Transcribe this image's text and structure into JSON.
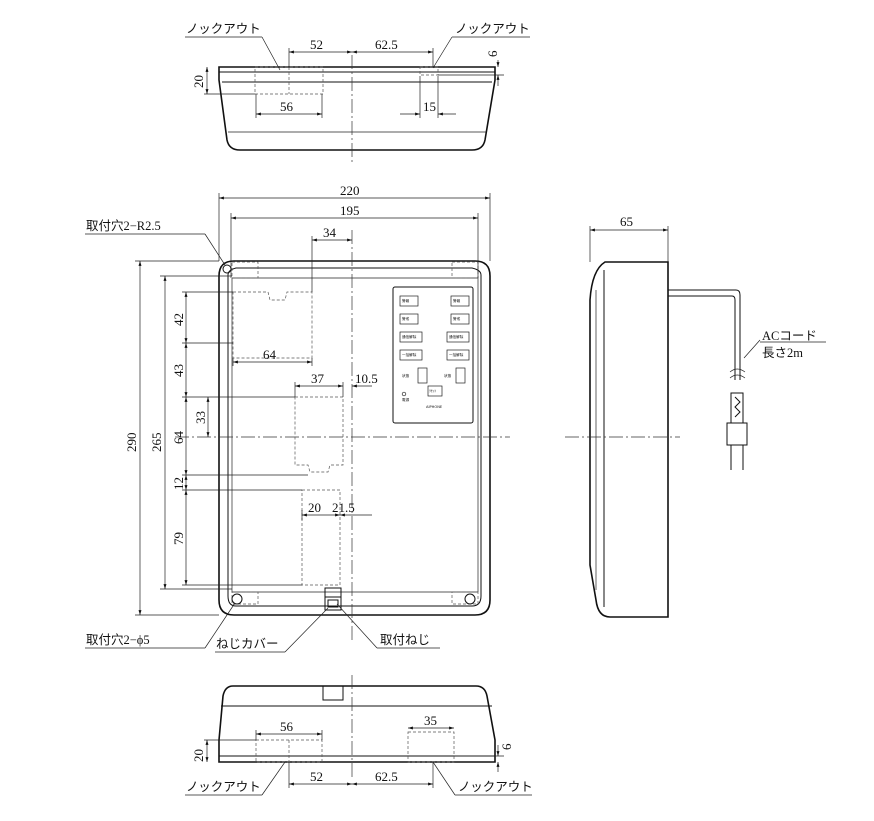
{
  "labels": {
    "knockout": "ノックアウト",
    "mount_hole_r": "取付穴2−R2.5",
    "mount_hole_phi": "取付穴2−ϕ5",
    "screw_cover": "ねじカバー",
    "mount_screw": "取付ねじ",
    "ac_cord": "ACコード",
    "cord_length": "長さ2m"
  },
  "dims": {
    "top_52": "52",
    "top_625": "62.5",
    "top_6": "6",
    "top_20": "20",
    "top_56": "56",
    "top_15": "15",
    "w220": "220",
    "w195": "195",
    "w34": "34",
    "w64": "64",
    "w37": "37",
    "w105": "10.5",
    "w20": "20",
    "w215": "21.5",
    "h290": "290",
    "h265": "265",
    "h42": "42",
    "h43": "43",
    "h33": "33",
    "h64": "64",
    "h12": "12",
    "h79": "79",
    "d65": "65",
    "bot_56": "56",
    "bot_35": "35",
    "bot_6": "6",
    "bot_20": "20",
    "bot_52": "52",
    "bot_625": "62.5"
  },
  "panel": {
    "btn1": "警報",
    "btn2": "警報",
    "btn3": "警戒",
    "btn4": "警戒",
    "btn5": "通信解除",
    "btn6": "通信解除",
    "btn7": "一括解除",
    "btn8": "一括解除",
    "st1": "状態",
    "st2": "状態",
    "rec": "ﾘｾｯﾄ",
    "brand": "AIPHONE",
    "power": "電源"
  }
}
